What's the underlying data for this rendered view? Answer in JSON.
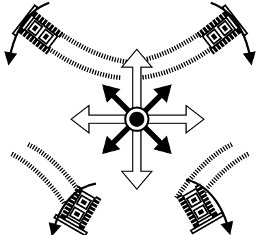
{
  "diagram": {
    "center_marker": {
      "icon": "omnidirectional-target-icon"
    },
    "open_arrows": [
      "up",
      "down",
      "left",
      "right"
    ],
    "solid_arrows": [
      "up-left",
      "up-right",
      "down-left",
      "down-right"
    ],
    "robots": [
      {
        "corner": "top-left",
        "icon": "tracked-robot-icon",
        "motion": "arc-arrow"
      },
      {
        "corner": "top-right",
        "icon": "tracked-robot-icon",
        "motion": "arc-arrow"
      },
      {
        "corner": "bottom-left",
        "icon": "tracked-robot-icon",
        "motion": "arc-arrow"
      },
      {
        "corner": "bottom-right",
        "icon": "tracked-robot-icon",
        "motion": "arc-arrow"
      }
    ],
    "colors": {
      "ink": "#000000",
      "paper": "#ffffff"
    }
  }
}
